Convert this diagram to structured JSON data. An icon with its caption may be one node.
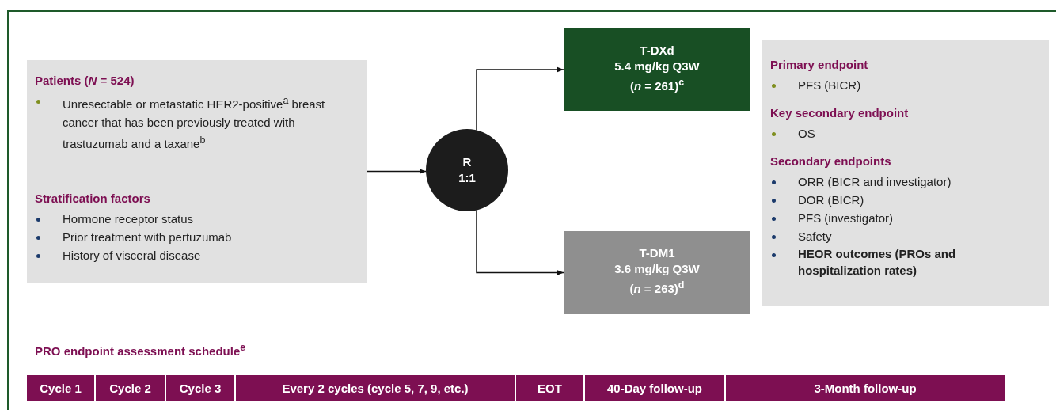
{
  "diagram": {
    "nodes": [
      {
        "text": [
          "Patients (*N* = 524)",
          "Unresectable or metastatic HER2-positive$^{a}$ breast cancer that has been previously treated with trastuzumab and a taxane$^{b}$",
          "Stratification factors",
          "Hormone receptor status",
          "Prior treatment with pertuzumab",
          "History of visceral disease"
        ]
      },
      {
        "text": [
          "R 1:1"
        ]
      },
      {
        "text": [
          "T-DXd",
          "5.4 mg/kg Q3W",
          "(*n* = 261)$^{c}$"
        ]
      },
      {
        "text": [
          "T-DM1",
          "3.6 mg/kg Q3W",
          "(*n* = 263)$^{d}$"
        ]
      },
      {
        "text": [
          "Primary endpoint",
          "PFS (BICR)",
          "Key secondary endpoint",
          "OS",
          "Secondary endpoints",
          "ORR (BICR and investigator)",
          "DOR (BICR)",
          "PFS (investigator)",
          "Safety",
          "HEOR outcomes (PROs and hospitalization rates)"
        ]
      },
      {
        "text": [
          "Cycle 1"
        ]
      },
      {
        "text": [
          "Cycle 2"
        ]
      },
      {
        "text": [
          "Cycle 3"
        ]
      },
      {
        "text": [
          "Every 2 cycles (cycle 5, 7, 9, etc.)"
        ]
      },
      {
        "text": [
          "EOT"
        ]
      },
      {
        "text": [
          "40-Day follow-up"
        ]
      },
      {
        "text": [
          "3-Month follow-up"
        ]
      }
    ],
    "edges": [
      {
        "from": 0,
        "to": 1,
        "arrow": "to"
      },
      {
        "from": 1,
        "to": 2,
        "arrow": "to"
      },
      {
        "from": 1,
        "to": 3,
        "arrow": "to"
      }
    ],
    "labels": [
      "PRO endpoint assessment schedule$^{e}$"
    ]
  }
}
